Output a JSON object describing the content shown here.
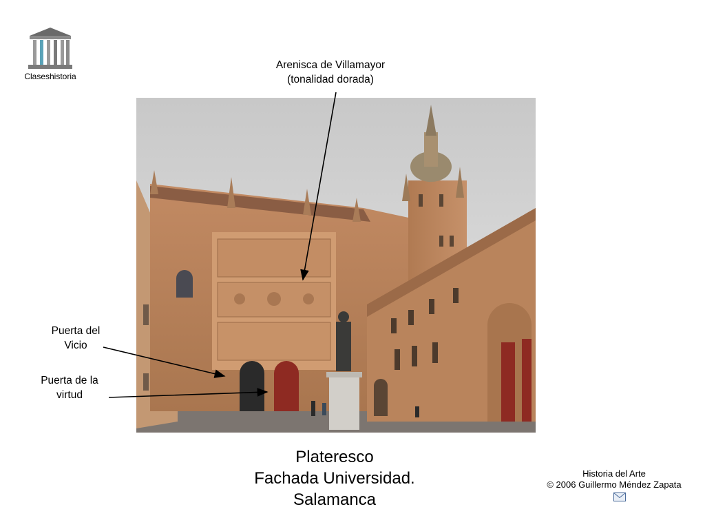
{
  "logo": {
    "label": "Claseshistoria",
    "icon": "temple-icon"
  },
  "annotations": {
    "top_line1": "Arenisca de Villamayor",
    "top_line2": "(tonalidad dorada)",
    "vicio_line1": "Puerta del",
    "vicio_line2": "Vicio",
    "virtud_line1": "Puerta de la",
    "virtud_line2": "virtud"
  },
  "caption": {
    "line1": "Plateresco",
    "line2": "Fachada Universidad.",
    "line3": "Salamanca"
  },
  "credits": {
    "line1": "Historia del Arte",
    "line2": "© 2006 Guillermo Méndez Zapata",
    "icon": "mail-icon"
  },
  "colors": {
    "sandstone": "#c9916a",
    "door": "#8e2a22",
    "sky": "#dcdcdc"
  }
}
